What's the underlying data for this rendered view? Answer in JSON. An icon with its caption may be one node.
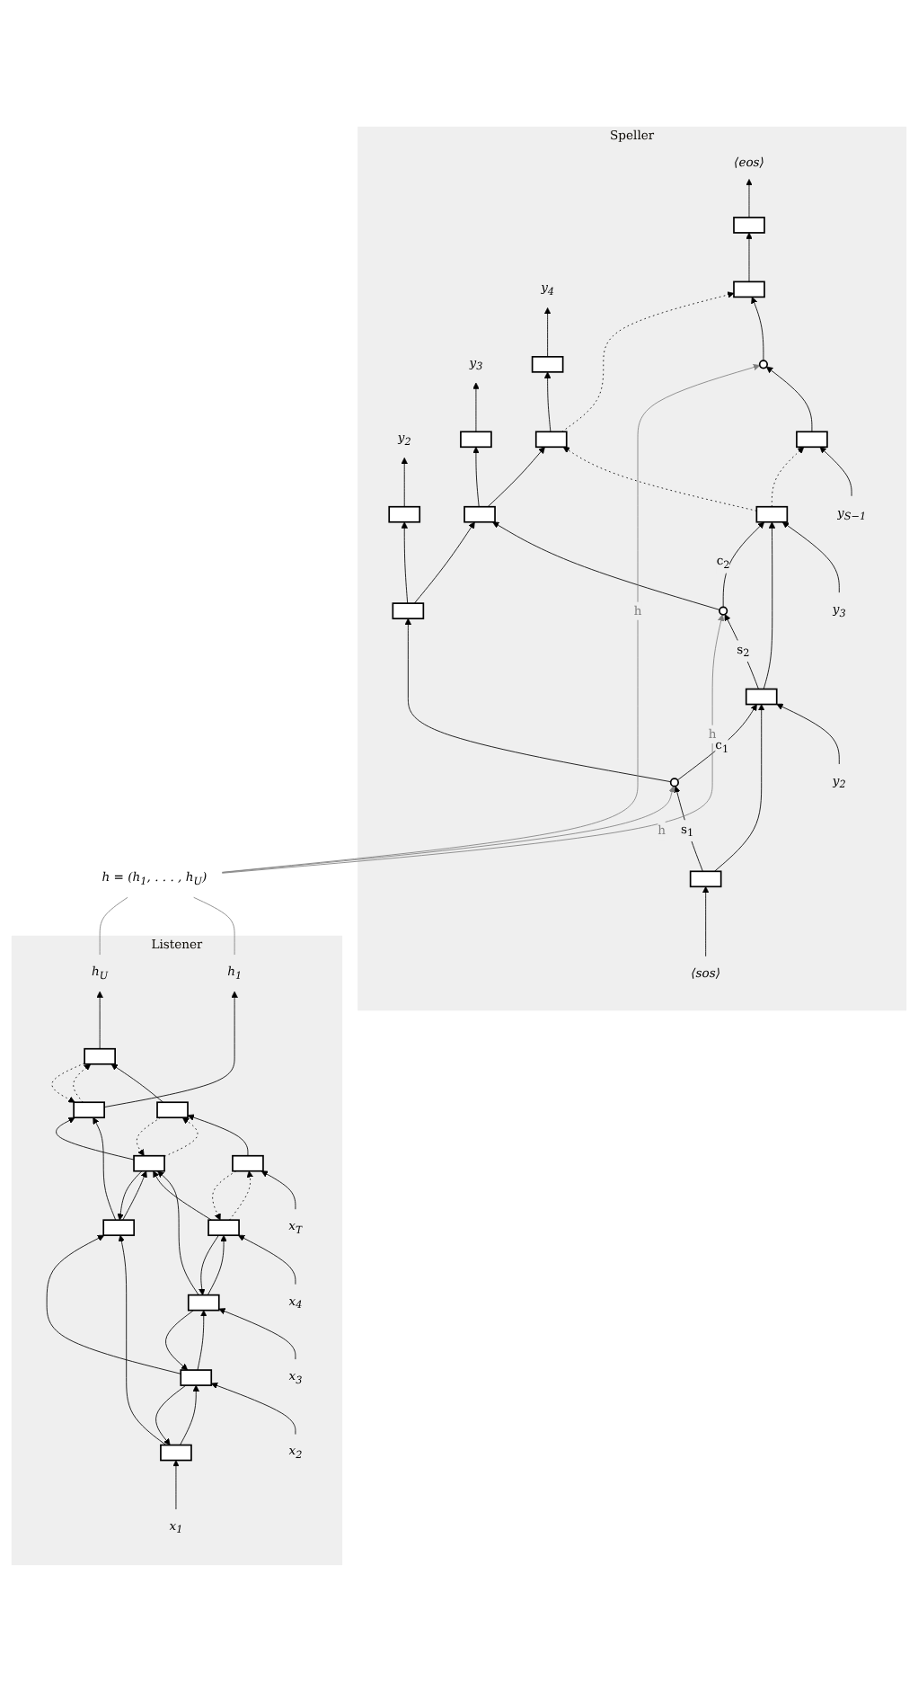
{
  "diagram": {
    "nodes": [
      {
        "text": [
          "Speller"
        ]
      },
      {
        "text": [
          "y$_{2}$"
        ],
        "in": 0
      },
      {
        "text": [
          "y$_{3}$"
        ],
        "in": 0
      },
      {
        "text": [
          "y$_{4}$"
        ],
        "in": 0
      },
      {
        "text": [
          "⟨eos⟩"
        ],
        "in": 0
      },
      {
        "text": [],
        "shape": "box",
        "in": 0
      },
      {
        "text": [],
        "shape": "box",
        "in": 0
      },
      {
        "text": [],
        "shape": "box",
        "in": 0
      },
      {
        "text": [],
        "shape": "box",
        "in": 0
      },
      {
        "text": [],
        "shape": "box",
        "in": 0
      },
      {
        "text": [],
        "shape": "box",
        "in": 0
      },
      {
        "text": [],
        "shape": "box",
        "in": 0
      },
      {
        "text": [],
        "shape": "box",
        "in": 0
      },
      {
        "text": [],
        "shape": "circle",
        "in": 0
      },
      {
        "text": [],
        "shape": "circle",
        "in": 0
      },
      {
        "text": [],
        "shape": "circle",
        "in": 0
      },
      {
        "text": [],
        "shape": "box",
        "in": 0
      },
      {
        "text": [],
        "shape": "box",
        "in": 0
      },
      {
        "text": [],
        "shape": "box",
        "in": 0
      },
      {
        "text": [],
        "shape": "box",
        "in": 0
      },
      {
        "text": [
          "⟨sos⟩"
        ],
        "in": 0
      },
      {
        "text": [
          "y$_{2}$"
        ],
        "in": 0
      },
      {
        "text": [
          "y$_{3}$"
        ],
        "in": 0
      },
      {
        "text": [
          "y$_{S−1}$"
        ],
        "in": 0
      },
      {
        "text": [
          "h = (h$_{1}$, . . . , h$_{U}$)"
        ]
      },
      {
        "text": [
          "Listener"
        ]
      },
      {
        "text": [
          "h$_{1}$"
        ],
        "in": 25
      },
      {
        "text": [
          "h$_{U}$"
        ],
        "in": 25
      },
      {
        "text": [],
        "shape": "box",
        "in": 25
      },
      {
        "text": [],
        "shape": "box",
        "in": 25
      },
      {
        "text": [],
        "shape": "box",
        "in": 25
      },
      {
        "text": [],
        "shape": "box",
        "in": 25
      },
      {
        "text": [],
        "shape": "box",
        "in": 25
      },
      {
        "text": [],
        "shape": "box",
        "in": 25
      },
      {
        "text": [],
        "shape": "box",
        "in": 25
      },
      {
        "text": [],
        "shape": "box",
        "in": 25
      },
      {
        "text": [],
        "shape": "box",
        "in": 25
      },
      {
        "text": [],
        "shape": "box",
        "in": 25
      },
      {
        "text": [
          "x$_{1}$"
        ],
        "in": 25
      },
      {
        "text": [
          "x$_{2}$"
        ],
        "in": 25
      },
      {
        "text": [
          "x$_{3}$"
        ],
        "in": 25
      },
      {
        "text": [
          "x$_{4}$"
        ],
        "in": 25
      },
      {
        "text": [
          "x$_{T}$"
        ],
        "in": 25
      }
    ],
    "edges": [
      {
        "from": 20,
        "to": 16,
        "arrow": "to"
      },
      {
        "from": 21,
        "to": 17,
        "arrow": "to"
      },
      {
        "from": 22,
        "to": 18,
        "arrow": "to"
      },
      {
        "from": 23,
        "to": 19,
        "arrow": "to"
      },
      {
        "from": 16,
        "to": 17,
        "arrow": "to"
      },
      {
        "from": 17,
        "to": 18,
        "arrow": "to"
      },
      {
        "from": 18,
        "to": 19,
        "arrow": "to",
        "style": "dashed"
      },
      {
        "from": 16,
        "to": 13,
        "arrow": "to",
        "label": "s$_{1}$"
      },
      {
        "from": 17,
        "to": 14,
        "arrow": "to",
        "label": "s$_{2}$"
      },
      {
        "from": 18,
        "to": 11,
        "arrow": "to",
        "style": "dashed"
      },
      {
        "from": 19,
        "to": 15,
        "arrow": "to"
      },
      {
        "from": 13,
        "to": 17,
        "arrow": "to",
        "label": "c$_{1}$"
      },
      {
        "from": 14,
        "to": 18,
        "arrow": "to",
        "label": "c$_{2}$"
      },
      {
        "from": 13,
        "to": 9,
        "arrow": "to"
      },
      {
        "from": 14,
        "to": 10,
        "arrow": "to"
      },
      {
        "from": 15,
        "to": 12,
        "arrow": "to"
      },
      {
        "from": 9,
        "to": 10,
        "arrow": "to"
      },
      {
        "from": 10,
        "to": 11,
        "arrow": "to"
      },
      {
        "from": 11,
        "to": 12,
        "arrow": "to",
        "style": "dashed"
      },
      {
        "from": 9,
        "to": 5,
        "arrow": "to"
      },
      {
        "from": 10,
        "to": 6,
        "arrow": "to"
      },
      {
        "from": 11,
        "to": 7,
        "arrow": "to"
      },
      {
        "from": 12,
        "to": 8,
        "arrow": "to"
      },
      {
        "from": 5,
        "to": 1,
        "arrow": "to"
      },
      {
        "from": 6,
        "to": 2,
        "arrow": "to"
      },
      {
        "from": 7,
        "to": 3,
        "arrow": "to"
      },
      {
        "from": 8,
        "to": 4,
        "arrow": "to"
      },
      {
        "from": 24,
        "to": 13,
        "arrow": "to",
        "label": "h",
        "color": "#808080"
      },
      {
        "from": 24,
        "to": 14,
        "arrow": "to",
        "label": "h",
        "color": "#808080"
      },
      {
        "from": 24,
        "to": 15,
        "arrow": "to",
        "label": "h",
        "color": "#808080"
      },
      {
        "from": 26,
        "to": 24,
        "arrow": "none",
        "color": "#808080"
      },
      {
        "from": 27,
        "to": 24,
        "arrow": "none",
        "color": "#808080"
      },
      {
        "from": 38,
        "to": 33,
        "arrow": "to"
      },
      {
        "from": 39,
        "to": 34,
        "arrow": "to"
      },
      {
        "from": 40,
        "to": 35,
        "arrow": "to"
      },
      {
        "from": 41,
        "to": 36,
        "arrow": "to"
      },
      {
        "from": 42,
        "to": 37,
        "arrow": "to"
      },
      {
        "from": 33,
        "to": 34,
        "arrow": "to"
      },
      {
        "from": 34,
        "to": 33,
        "arrow": "to"
      },
      {
        "from": 34,
        "to": 35,
        "arrow": "to"
      },
      {
        "from": 35,
        "to": 34,
        "arrow": "to"
      },
      {
        "from": 35,
        "to": 36,
        "arrow": "to"
      },
      {
        "from": 36,
        "to": 35,
        "arrow": "to"
      },
      {
        "from": 36,
        "to": 37,
        "arrow": "to",
        "style": "dashed"
      },
      {
        "from": 37,
        "to": 36,
        "arrow": "to",
        "style": "dashed"
      },
      {
        "from": 33,
        "to": 30,
        "arrow": "to"
      },
      {
        "from": 34,
        "to": 30,
        "arrow": "to"
      },
      {
        "from": 35,
        "to": 31,
        "arrow": "to"
      },
      {
        "from": 36,
        "to": 31,
        "arrow": "to"
      },
      {
        "from": 37,
        "to": 32,
        "arrow": "to"
      },
      {
        "from": 30,
        "to": 31,
        "arrow": "to"
      },
      {
        "from": 31,
        "to": 30,
        "arrow": "to"
      },
      {
        "from": 31,
        "to": 32,
        "arrow": "to",
        "style": "dashed"
      },
      {
        "from": 32,
        "to": 31,
        "arrow": "to",
        "style": "dashed"
      },
      {
        "from": 30,
        "to": 28,
        "arrow": "to"
      },
      {
        "from": 31,
        "to": 28,
        "arrow": "to"
      },
      {
        "from": 32,
        "to": 29,
        "arrow": "to"
      },
      {
        "from": 28,
        "to": 29,
        "arrow": "to",
        "style": "dashed"
      },
      {
        "from": 29,
        "to": 28,
        "arrow": "to",
        "style": "dashed"
      },
      {
        "from": 28,
        "to": 26,
        "arrow": "to"
      },
      {
        "from": 29,
        "to": 27,
        "arrow": "to"
      }
    ]
  }
}
